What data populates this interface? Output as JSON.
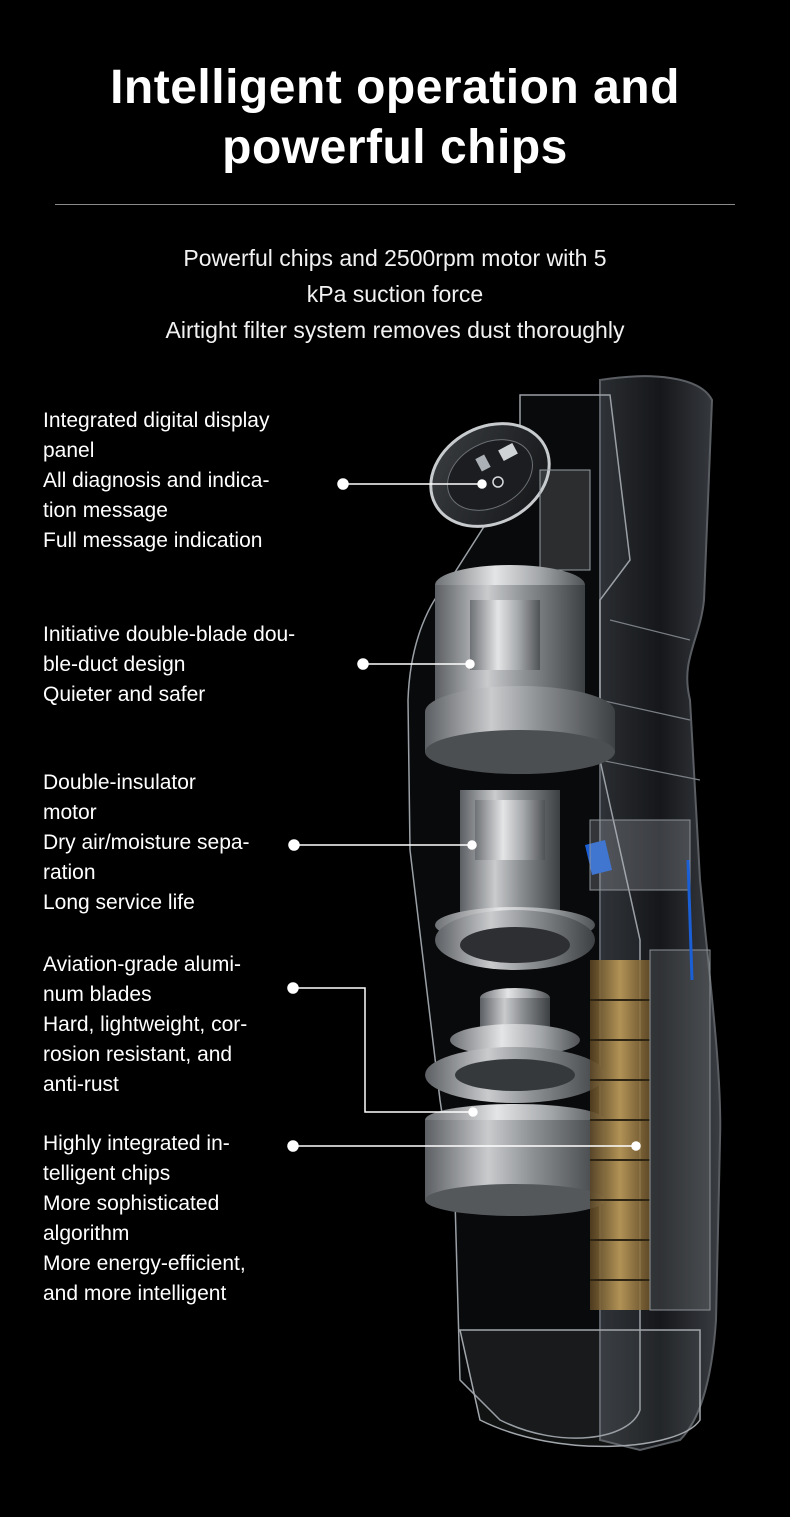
{
  "header": {
    "title_lines": [
      "Intelligent operation and",
      "powerful chips"
    ],
    "subtitle_lines": [
      "Powerful chips and 2500rpm motor with 5",
      "kPa suction force",
      "Airtight filter system removes dust thoroughly"
    ]
  },
  "features": [
    {
      "lines": [
        "Integrated digital display",
        "panel",
        "All diagnosis and indica-",
        "tion message",
        "Full message indication"
      ]
    },
    {
      "lines": [
        "Initiative double-blade dou-",
        "ble-duct design",
        "Quieter and safer"
      ]
    },
    {
      "lines": [
        "Double-insulator",
        "motor",
        "Dry air/moisture sepa-",
        "ration",
        "Long service life"
      ]
    },
    {
      "lines": [
        "Aviation-grade alumi-",
        "num blades",
        "Hard, lightweight, cor-",
        "rosion resistant, and",
        "anti-rust"
      ]
    },
    {
      "lines": [
        "Highly integrated in-",
        "telligent chips",
        "More sophisticated",
        "algorithm",
        "More energy-efficient,",
        "and more intelligent"
      ]
    }
  ],
  "colors": {
    "background": "#000000",
    "text": "#ffffff",
    "accent_blue": "#1a5fd6",
    "accent_gold": "#b8914a"
  }
}
